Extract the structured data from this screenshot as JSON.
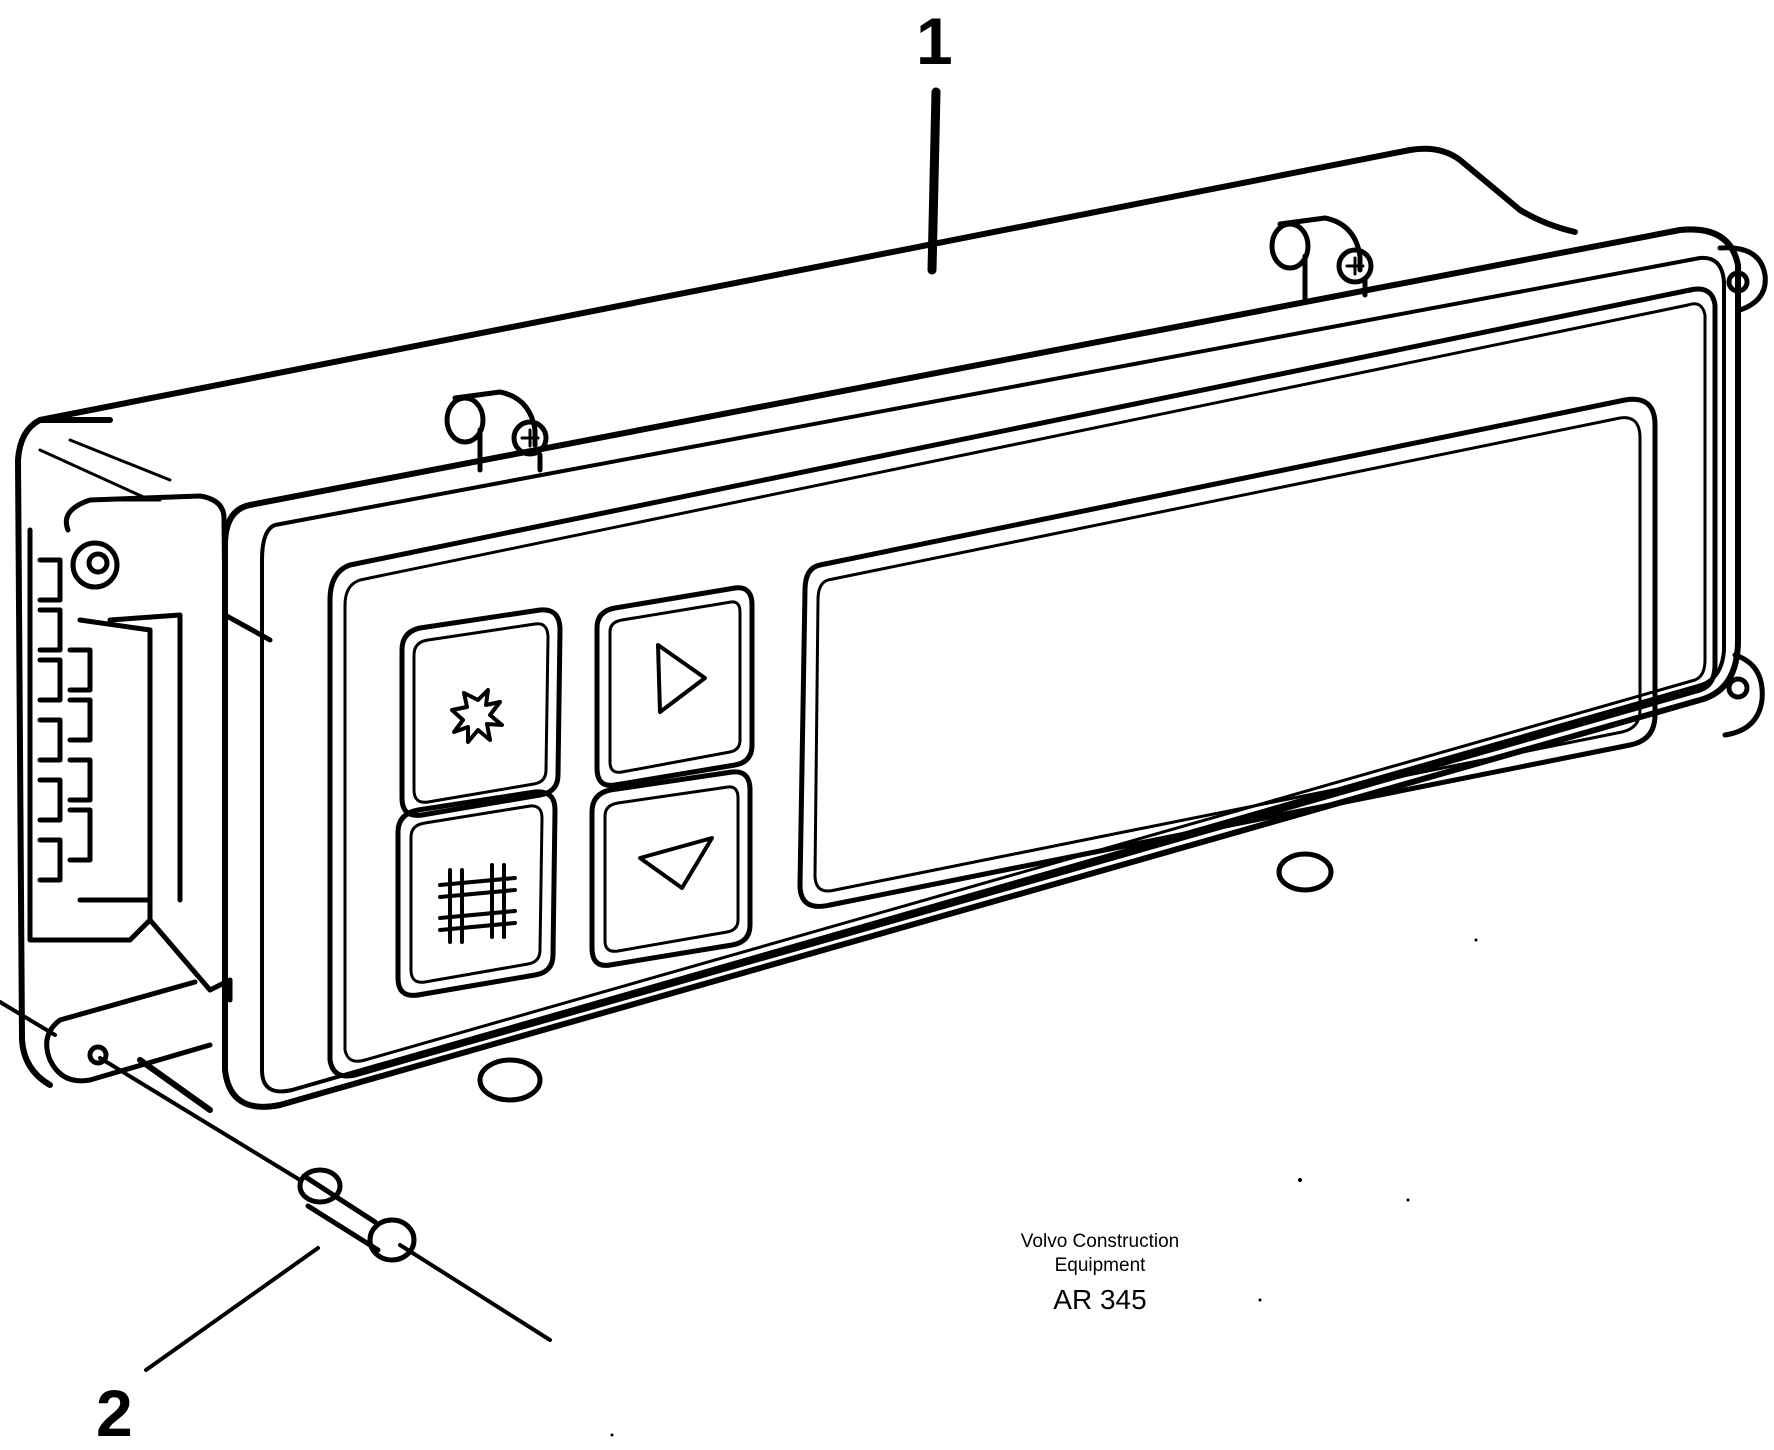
{
  "callouts": [
    {
      "number": "1"
    },
    {
      "number": "2"
    }
  ],
  "caption": {
    "line1": "Volvo Construction",
    "line2": "Equipment",
    "code": "AR 345"
  },
  "components": {
    "buttons": [
      {
        "icon": "fan-icon"
      },
      {
        "icon": "right-triangle-icon"
      },
      {
        "icon": "rear-defrost-icon"
      },
      {
        "icon": "down-triangle-icon"
      }
    ]
  },
  "colors": {
    "ink": "#000000",
    "paper": "#ffffff"
  }
}
